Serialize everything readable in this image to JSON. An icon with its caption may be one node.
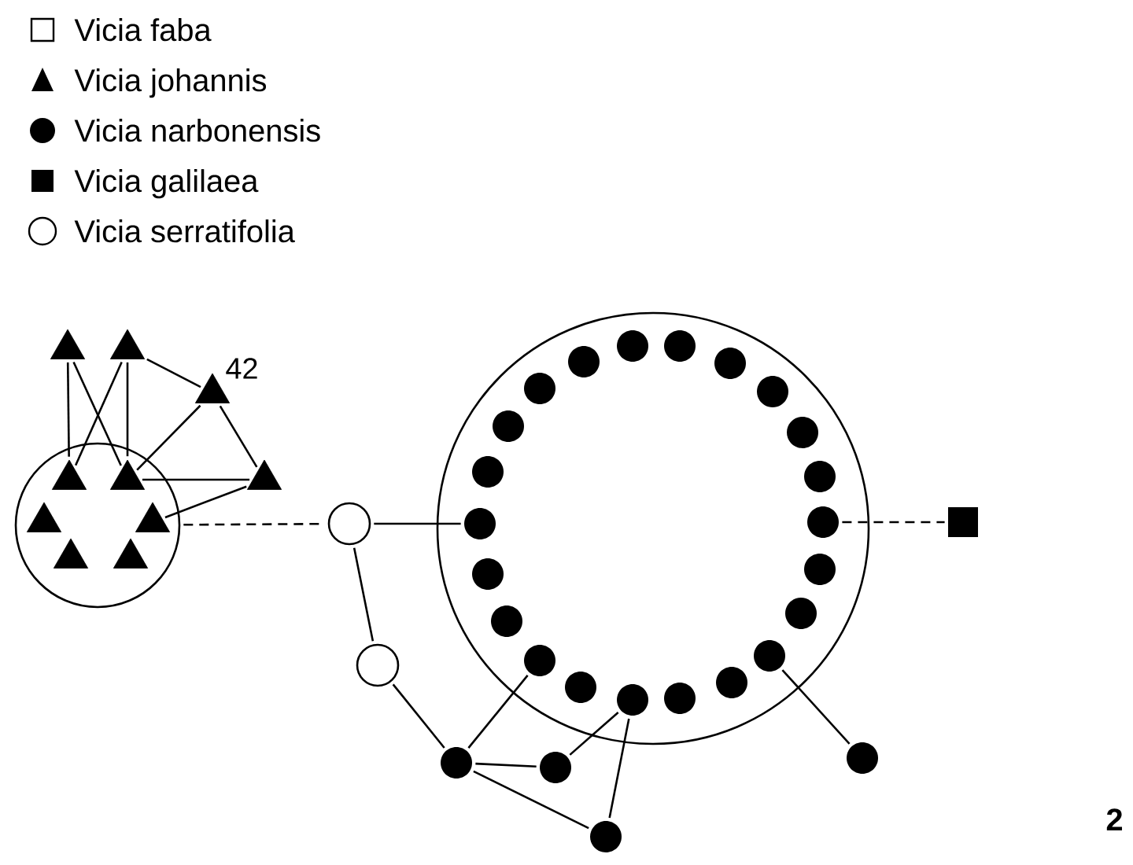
{
  "diagram": {
    "nodes": [
      {
        "text": [],
        "shape": "triangle"
      },
      {
        "text": [],
        "shape": "triangle"
      },
      {
        "text": [],
        "shape": "triangle",
        "beside": [
          "42"
        ]
      },
      {
        "text": [],
        "shape": "triangle"
      },
      {
        "text": [],
        "shape": "circle"
      },
      {
        "text": [],
        "shape": "triangle",
        "in": 4
      },
      {
        "text": [],
        "shape": "triangle",
        "in": 4
      },
      {
        "text": [],
        "shape": "triangle",
        "in": 4
      },
      {
        "text": [],
        "shape": "triangle",
        "in": 4
      },
      {
        "text": [],
        "shape": "triangle",
        "in": 4
      },
      {
        "text": [],
        "shape": "triangle",
        "in": 4
      },
      {
        "text": [],
        "shape": "circle"
      },
      {
        "text": [],
        "shape": "dot",
        "in": 11
      },
      {
        "text": [],
        "shape": "dot",
        "in": 11
      },
      {
        "text": [],
        "shape": "dot",
        "in": 11
      },
      {
        "text": [],
        "shape": "dot",
        "in": 11
      },
      {
        "text": [],
        "shape": "dot",
        "in": 11
      },
      {
        "text": [],
        "shape": "dot",
        "in": 11
      },
      {
        "text": [],
        "shape": "dot",
        "in": 11
      },
      {
        "text": [],
        "shape": "dot",
        "in": 11
      },
      {
        "text": [],
        "shape": "dot",
        "in": 11
      },
      {
        "text": [],
        "shape": "dot",
        "in": 11
      },
      {
        "text": [],
        "shape": "dot",
        "in": 11
      },
      {
        "text": [],
        "shape": "dot",
        "in": 11
      },
      {
        "text": [],
        "shape": "dot",
        "in": 11
      },
      {
        "text": [],
        "shape": "dot",
        "in": 11
      },
      {
        "text": [],
        "shape": "dot",
        "in": 11
      },
      {
        "text": [],
        "shape": "dot",
        "in": 11
      },
      {
        "text": [],
        "shape": "dot",
        "in": 11
      },
      {
        "text": [],
        "shape": "dot",
        "in": 11
      },
      {
        "text": [],
        "shape": "dot",
        "in": 11
      },
      {
        "text": [],
        "shape": "dot",
        "in": 11
      },
      {
        "text": [],
        "shape": "dot",
        "in": 11
      },
      {
        "text": [],
        "shape": "dot",
        "in": 11
      },
      {
        "text": [],
        "shape": "circle"
      },
      {
        "text": [],
        "shape": "circle"
      },
      {
        "text": [],
        "shape": "dot"
      },
      {
        "text": [],
        "shape": "dot"
      },
      {
        "text": [],
        "shape": "dot"
      },
      {
        "text": [],
        "shape": "dot"
      },
      {
        "text": [],
        "shape": "square"
      }
    ],
    "edges": [
      {
        "from": 0,
        "to": 5,
        "arrow": "none"
      },
      {
        "from": 0,
        "to": 6,
        "arrow": "none"
      },
      {
        "from": 1,
        "to": 5,
        "arrow": "none"
      },
      {
        "from": 1,
        "to": 6,
        "arrow": "none"
      },
      {
        "from": 1,
        "to": 2,
        "arrow": "none"
      },
      {
        "from": 2,
        "to": 6,
        "arrow": "none"
      },
      {
        "from": 2,
        "to": 3,
        "arrow": "none"
      },
      {
        "from": 6,
        "to": 3,
        "arrow": "none"
      },
      {
        "from": 3,
        "to": 8,
        "arrow": "none"
      },
      {
        "from": 4,
        "to": 34,
        "arrow": "none",
        "style": "dashed"
      },
      {
        "from": 34,
        "to": 29,
        "arrow": "none"
      },
      {
        "from": 34,
        "to": 35,
        "arrow": "none"
      },
      {
        "from": 35,
        "to": 36,
        "arrow": "none"
      },
      {
        "from": 36,
        "to": 37,
        "arrow": "none"
      },
      {
        "from": 36,
        "to": 38,
        "arrow": "none"
      },
      {
        "from": 36,
        "to": 26,
        "arrow": "none"
      },
      {
        "from": 37,
        "to": 24,
        "arrow": "none"
      },
      {
        "from": 38,
        "to": 24,
        "arrow": "none"
      },
      {
        "from": 39,
        "to": 21,
        "arrow": "none"
      },
      {
        "from": 18,
        "to": 40,
        "arrow": "none",
        "style": "dashed"
      }
    ],
    "labels": [
      "2"
    ],
    "legend": [
      {
        "text": "Vicia faba"
      },
      {
        "text": "Vicia johannis"
      },
      {
        "text": "Vicia narbonensis"
      },
      {
        "text": "Vicia galilaea"
      },
      {
        "text": "Vicia serratifolia"
      }
    ]
  }
}
